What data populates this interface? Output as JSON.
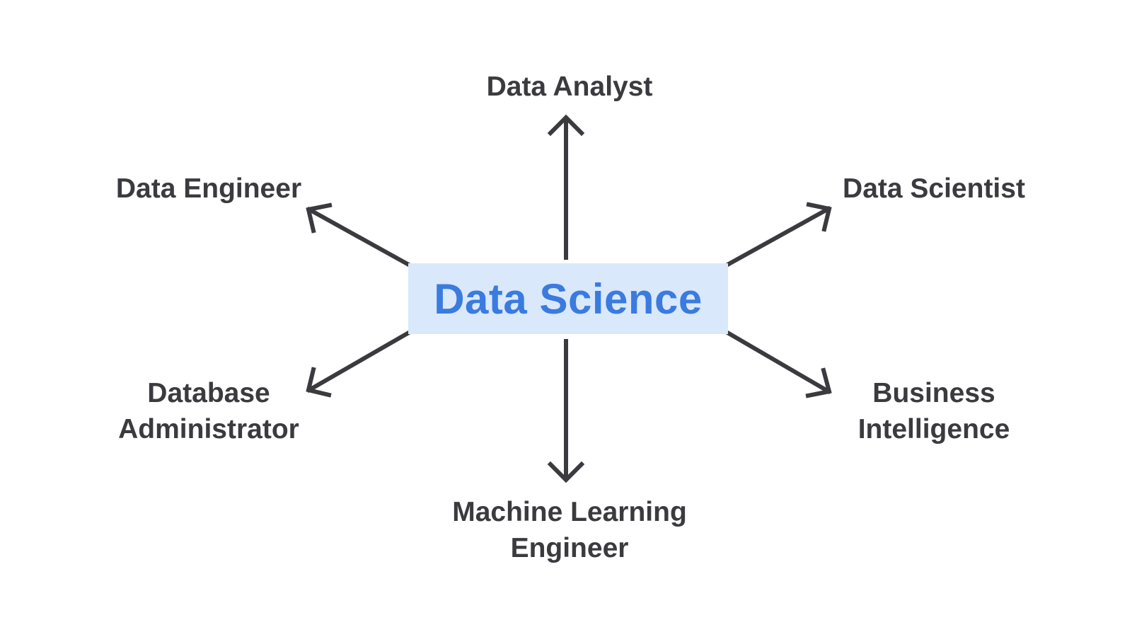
{
  "center": {
    "label": "Data Science",
    "background_color": "#dae8fc",
    "text_color": "#3a7be0"
  },
  "roles": {
    "analyst": {
      "line1": "Data Analyst"
    },
    "engineer": {
      "line1": "Data Engineer"
    },
    "scientist": {
      "line1": "Data Scientist"
    },
    "dba": {
      "line1": "Database",
      "line2": "Administrator"
    },
    "bi": {
      "line1": "Business",
      "line2": "Intelligence"
    },
    "ml": {
      "line1": "Machine Learning",
      "line2": "Engineer"
    }
  },
  "colors": {
    "arrow": "#3a3a3f",
    "text": "#3a3a3f"
  },
  "icons": {
    "arrowhead": "chevron-arrowhead-icon"
  }
}
